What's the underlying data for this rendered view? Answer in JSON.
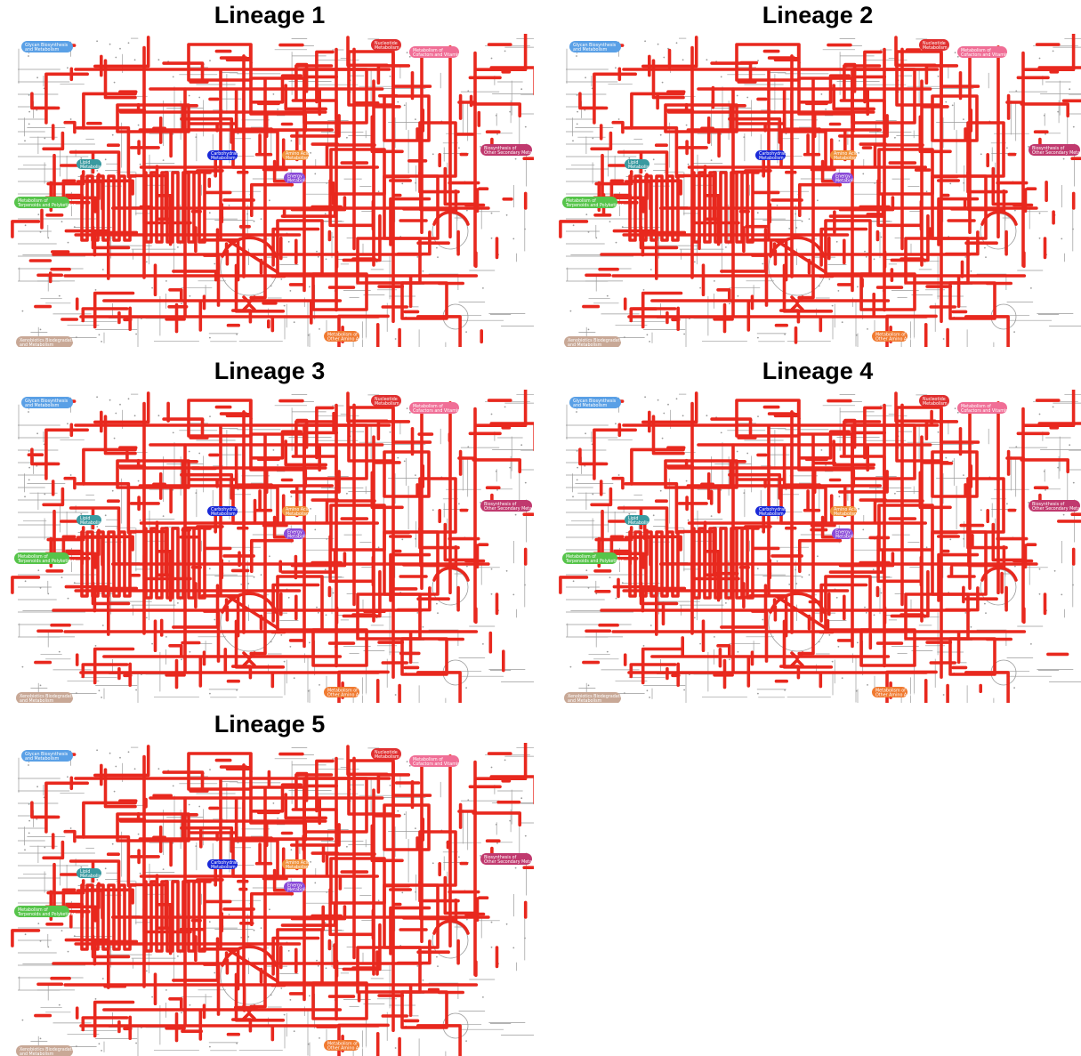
{
  "panels": [
    {
      "title": "Lineage 1"
    },
    {
      "title": "Lineage 2"
    },
    {
      "title": "Lineage 3"
    },
    {
      "title": "Lineage 4"
    },
    {
      "title": "Lineage 5"
    }
  ],
  "category_labels": [
    {
      "key": "glycan",
      "l1": "Glycan Biosynthesis",
      "l2": "and Metabolism",
      "color": "#5aa0e6"
    },
    {
      "key": "nucleotide",
      "l1": "Nucleotide",
      "l2": "Metabolism",
      "color": "#e03030"
    },
    {
      "key": "cofactors",
      "l1": "Metabolism of",
      "l2": "Cofactors and Vitamins",
      "color": "#f06e96"
    },
    {
      "key": "secondary",
      "l1": "Biosynthesis of",
      "l2": "Other Secondary Metabolites",
      "color": "#c0396e"
    },
    {
      "key": "lipid",
      "l1": "Lipid",
      "l2": "Metabolism",
      "color": "#3a9aa0"
    },
    {
      "key": "carbohydrate",
      "l1": "Carbohydrate",
      "l2": "Metabolism",
      "color": "#1a2ad8"
    },
    {
      "key": "aminoacid",
      "l1": "Amino Acid",
      "l2": "Metabolism",
      "color": "#f0913a"
    },
    {
      "key": "energy",
      "l1": "Energy",
      "l2": "Metabolism",
      "color": "#8a4ad8"
    },
    {
      "key": "terpenoids",
      "l1": "Metabolism of",
      "l2": "Terpenoids and Polyketides",
      "color": "#56c44a"
    },
    {
      "key": "otheraa",
      "l1": "Metabolism of",
      "l2": "Other Amino Acids",
      "color": "#f07a30"
    },
    {
      "key": "xenobiotics",
      "l1": "Xenobiotics Biodegradation",
      "l2": "and Metabolism",
      "color": "#c8a896"
    }
  ],
  "colors": {
    "pathway_highlight": "#e8281e",
    "background_network": "#9a9a9a"
  }
}
